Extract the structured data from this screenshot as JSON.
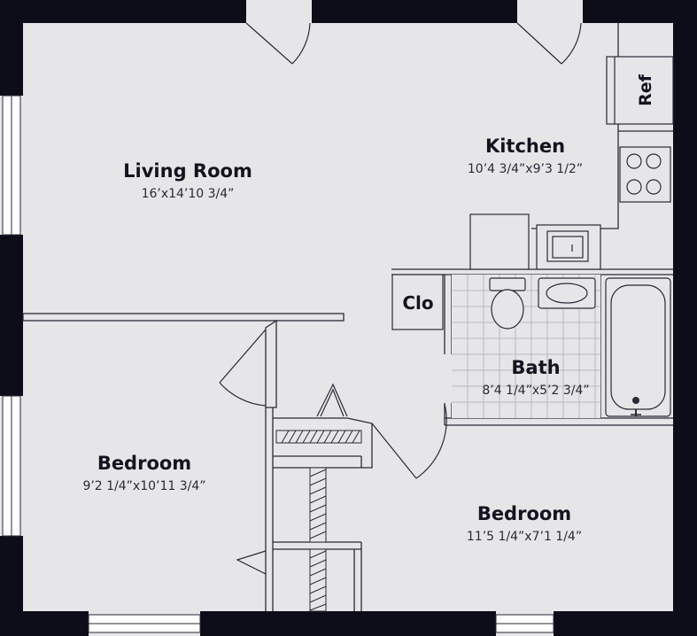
{
  "colors": {
    "wall": "#0d0d1a",
    "floor": "#e6e6e9",
    "line": "#2a2a35",
    "window_fill": "#ffffff"
  },
  "rooms": {
    "living": {
      "name": "Living Room",
      "dims": "16’x14’10 3/4”"
    },
    "kitchen": {
      "name": "Kitchen",
      "dims": "10’4 3/4”x9’3 1/2”"
    },
    "bedroom1": {
      "name": "Bedroom",
      "dims": "9’2 1/4”x10’11 3/4”"
    },
    "bedroom2": {
      "name": "Bedroom",
      "dims": "11’5 1/4”x7’1 1/4”"
    },
    "bath": {
      "name": "Bath",
      "dims": "8’4 1/4”x5’2 3/4”"
    }
  },
  "labels": {
    "closet": "Clo",
    "refrigerator": "Ref"
  },
  "icons": {
    "stove": "stove-icon",
    "toilet": "toilet-icon",
    "bathtub": "bathtub-icon",
    "sink": "sink-icon"
  }
}
